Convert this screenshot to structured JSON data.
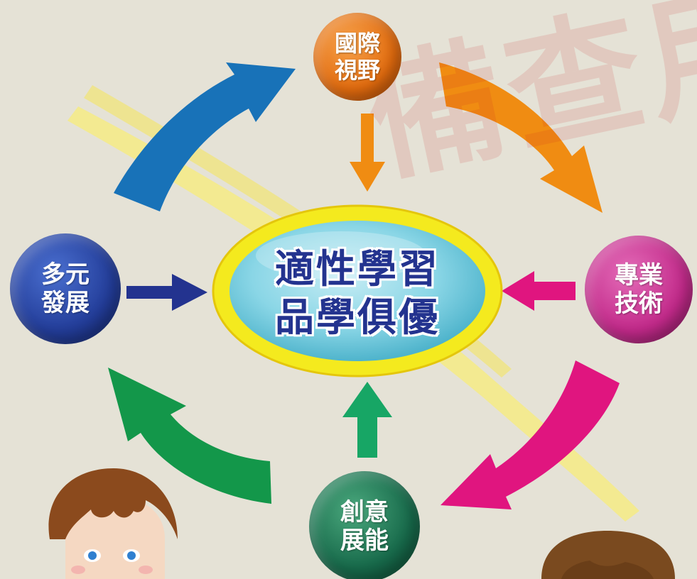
{
  "watermark": "備查用",
  "center": {
    "line1": "適性學習",
    "line2": "品學俱優"
  },
  "nodes": {
    "top": {
      "line1": "國際",
      "line2": "視野"
    },
    "left": {
      "line1": "多元",
      "line2": "發展"
    },
    "right": {
      "line1": "專業",
      "line2": "技術"
    },
    "bottom": {
      "line1": "創意",
      "line2": "展能"
    }
  },
  "colors": {
    "background": "#e5e2d6",
    "orange": "#f08c12",
    "blue": "#1872b8",
    "navy": "#23338f",
    "magenta": "#e0157f",
    "green": "#13974a",
    "teal_green": "#17a665",
    "ellipse_fill": "#7ecfe0",
    "ellipse_ring": "#fff12a"
  }
}
